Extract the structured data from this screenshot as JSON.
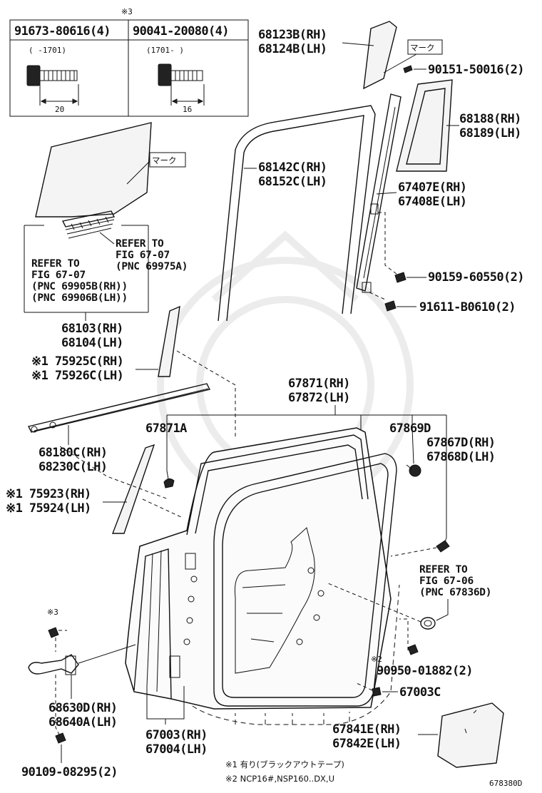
{
  "fastener_table": {
    "note_mark": "※3",
    "col1": {
      "part": "91673-80616(4)",
      "range": "( -1701)",
      "dim": "20"
    },
    "col2": {
      "part": "90041-20080(4)",
      "range": "(1701- )",
      "dim": "16"
    }
  },
  "marks": {
    "mark_label": "マーク"
  },
  "labels": {
    "p68123": [
      "68123B(RH)",
      "68124B(LH)"
    ],
    "p90151": "90151-50016(2)",
    "p68188": [
      "68188(RH)",
      "68189(LH)"
    ],
    "p68142": [
      "68142C(RH)",
      "68152C(LH)"
    ],
    "p67407": [
      "67407E(RH)",
      "67408E(LH)"
    ],
    "p90159": "90159-60550(2)",
    "p91611": "91611-B0610(2)",
    "refer_69975": [
      "REFER TO",
      "FIG 67-07",
      "(PNC 69975A)"
    ],
    "refer_69905": [
      "REFER TO",
      "FIG 67-07",
      "(PNC 69905B(RH))",
      "(PNC 69906B(LH))"
    ],
    "p68103": [
      "68103(RH)",
      "68104(LH)"
    ],
    "p75925": [
      "※1 75925C(RH)",
      "※1 75926C(LH)"
    ],
    "p67871": [
      "67871(RH)",
      "67872(LH)"
    ],
    "p67871A": "67871A",
    "p67869D": "67869D",
    "p67867": [
      "67867D(RH)",
      "67868D(LH)"
    ],
    "p68180": [
      "68180C(RH)",
      "68230C(LH)"
    ],
    "p75923": [
      "※1 75923(RH)",
      "※1 75924(LH)"
    ],
    "refer_67836": [
      "REFER TO",
      "FIG 67-06",
      "(PNC 67836D)"
    ],
    "note3_mark": "※3",
    "note2_mark": "※2",
    "p90950": "90950-01882(2)",
    "p67003C": "67003C",
    "p68630": [
      "68630D(RH)",
      "68640A(LH)"
    ],
    "p67003": [
      "67003(RH)",
      "67004(LH)"
    ],
    "p67841": [
      "67841E(RH)",
      "67842E(LH)"
    ],
    "p90109": "90109-08295(2)"
  },
  "footnotes": {
    "note1": "※1 有り(ブラックアウトテープ)",
    "note2": "※2 NCP16#,NSP160..DX,U"
  },
  "diagram_code": "678380D"
}
